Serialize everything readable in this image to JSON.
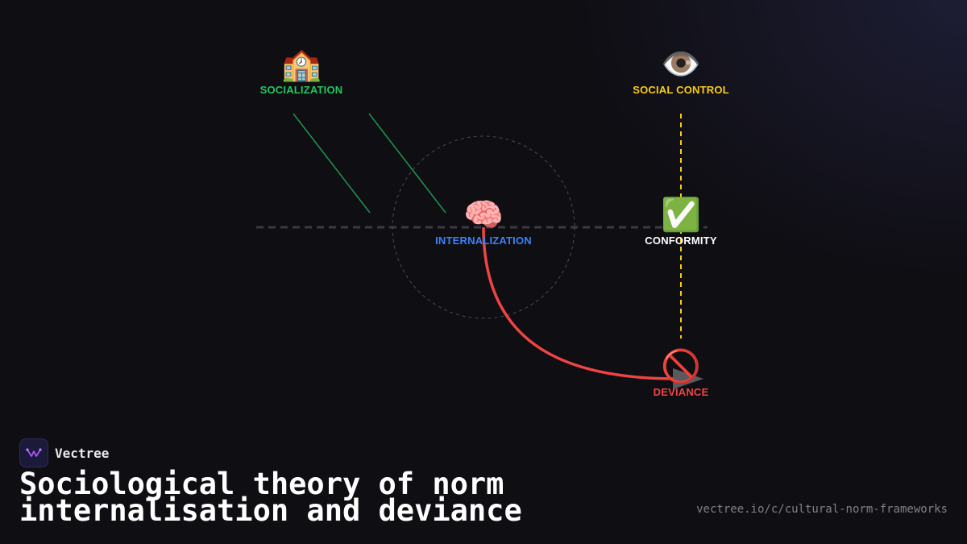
{
  "colors": {
    "socialization": "#22c55e",
    "social_control": "#facc15",
    "internalization": "#3b82f6",
    "conformity": "#ffffff",
    "deviance": "#ef4444"
  },
  "nodes": {
    "socialization": {
      "icon": "school-icon",
      "emoji": "🏫",
      "label": "SOCIALIZATION"
    },
    "social_control": {
      "icon": "eye-icon",
      "emoji": "👁️",
      "label": "SOCIAL CONTROL"
    },
    "internalization": {
      "icon": "brain-icon",
      "emoji": "🧠",
      "label": "INTERNALIZATION"
    },
    "conformity": {
      "icon": "check-icon",
      "emoji": "✅",
      "label": "CONFORMITY"
    },
    "deviance": {
      "icon": "prohibited-icon",
      "emoji": "🚫",
      "label": "DEVIANCE"
    }
  },
  "brand": {
    "name": "Vectree",
    "icon": "vectree-logo-icon"
  },
  "title": "Sociological theory of norm internalisation and deviance",
  "url": "vectree.io/c/cultural-norm-frameworks"
}
